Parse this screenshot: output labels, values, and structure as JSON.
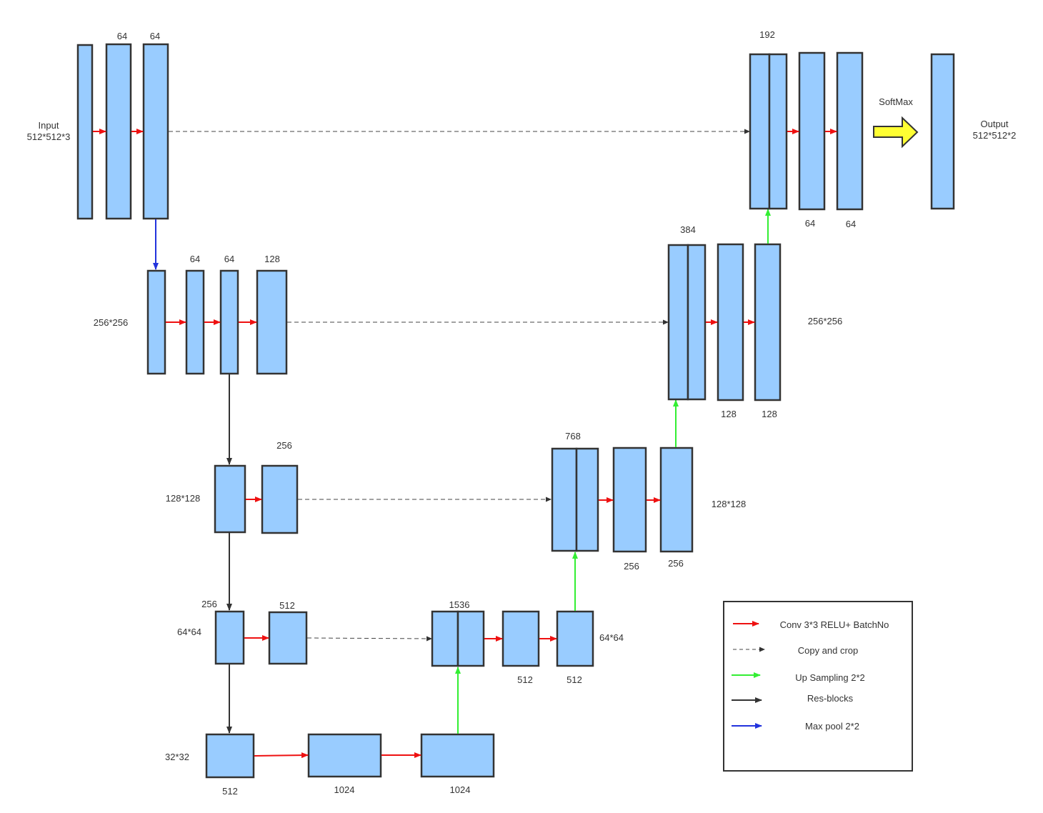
{
  "diagram": {
    "input_label": {
      "line1": "Input",
      "line2": "512*512*3"
    },
    "output_label": {
      "line1": "Output",
      "line2": "512*512*2"
    },
    "softmax_label": "SoftMax",
    "channels": {
      "enc1_a": "64",
      "enc1_b": "64",
      "enc2_a": "64",
      "enc2_b": "64",
      "enc2_c": "128",
      "enc3": "256",
      "enc4_in": "256",
      "enc4": "512",
      "bott_a": "512",
      "bott_b": "1024",
      "bott_c": "1024",
      "dec4_cat": "1536",
      "dec4_a": "512",
      "dec4_b": "512",
      "dec3_cat": "768",
      "dec3_a": "256",
      "dec3_b": "256",
      "dec2_cat": "384",
      "dec2_a": "128",
      "dec2_b": "128",
      "dec1_cat": "192",
      "dec1_a": "64",
      "dec1_b": "64"
    },
    "resolutions": {
      "r256_left": "256*256",
      "r256_right": "256*256",
      "r128_left": "128*128",
      "r128_right": "128*128",
      "r64_left": "64*64",
      "r64_right": "64*64",
      "r32": "32*32"
    },
    "colors": {
      "block_fill": "#99ccff",
      "conv_arrow": "#ee1111",
      "copy_arrow": "#444444",
      "upsample_arrow": "#33ee33",
      "resblock_arrow": "#333333",
      "maxpool_arrow": "#2233dd",
      "softmax_arrow": "#ffff33"
    }
  },
  "legend": {
    "conv": "Conv 3*3 RELU+ BatchNo",
    "copy": "Copy and crop",
    "up": "Up Sampling 2*2",
    "res": "Res-blocks",
    "pool": "Max pool 2*2"
  }
}
